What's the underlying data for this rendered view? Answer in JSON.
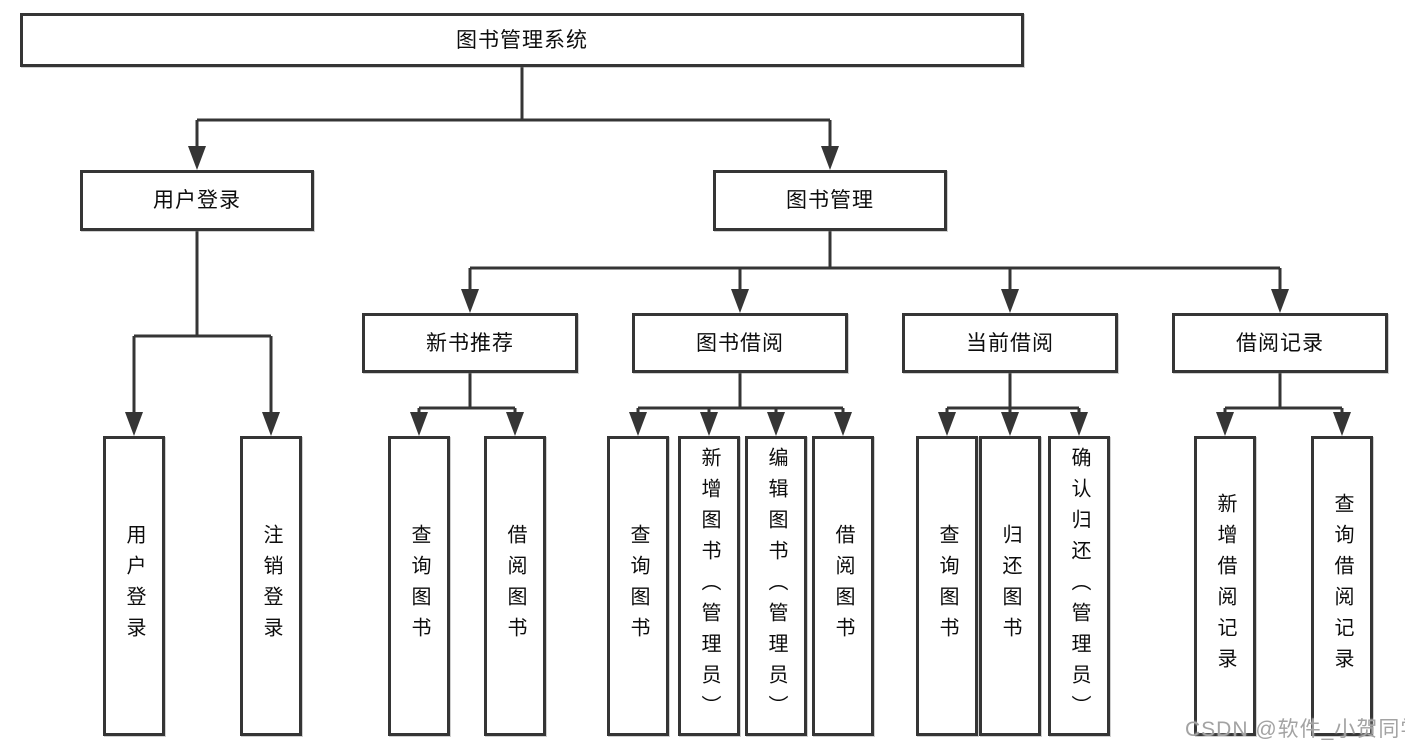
{
  "diagram": {
    "root": {
      "label": "图书管理系统"
    },
    "level2": {
      "user_login": {
        "label": "用户登录"
      },
      "book_management": {
        "label": "图书管理"
      }
    },
    "level3": {
      "new_book_recommend": {
        "label": "新书推荐"
      },
      "book_borrow": {
        "label": "图书借阅"
      },
      "current_borrow": {
        "label": "当前借阅"
      },
      "borrow_record": {
        "label": "借阅记录"
      }
    },
    "leaves": {
      "user_login_action": {
        "label": "用户登录"
      },
      "logout_action": {
        "label": "注销登录"
      },
      "query_books_1": {
        "label": "查询图书"
      },
      "borrow_books_1": {
        "label": "借阅图书"
      },
      "query_books_2": {
        "label": "查询图书"
      },
      "add_books_admin": {
        "label": "新增图书（管理员）"
      },
      "edit_books_admin": {
        "label": "编辑图书（管理员）"
      },
      "borrow_books_2": {
        "label": "借阅图书"
      },
      "query_books_3": {
        "label": "查询图书"
      },
      "return_books": {
        "label": "归还图书"
      },
      "confirm_return_admin": {
        "label": "确认归还（管理员）"
      },
      "add_borrow_record": {
        "label": "新增借阅记录"
      },
      "query_borrow_record": {
        "label": "查询借阅记录"
      }
    },
    "line_color": "#353535"
  },
  "watermark": {
    "text": "CSDN @软件_小贺同学"
  }
}
